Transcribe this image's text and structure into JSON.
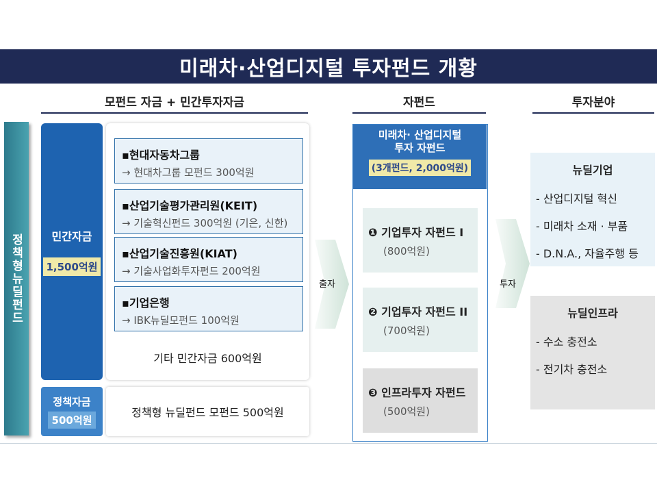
{
  "title": "미래차·산업디지털 투자펀드 개황",
  "columns": {
    "left": "모펀드 자금 + 민간투자자금",
    "middle": "자펀드",
    "right": "투자분야"
  },
  "policy_banner": "정책형뉴딜펀드",
  "private": {
    "label": "민간자금",
    "amount": "1,500억원",
    "items": [
      {
        "name": "▪현대자동차그룹",
        "detail": "→ 현대차그룹 모펀드 300억원"
      },
      {
        "name": "▪산업기술평가관리원(KEIT)",
        "detail": "→ 기술혁신펀드 300억원 (기은, 신한)"
      },
      {
        "name": "▪산업기술진흥원(KIAT)",
        "detail": "→ 기술사업화투자펀드 200억원"
      },
      {
        "name": "▪기업은행",
        "detail": "→ IBK뉴딜모펀드 100억원"
      }
    ],
    "other": "기타 민간자금 600억원"
  },
  "policy": {
    "label": "정책자금",
    "amount": "500억원",
    "parent_fund": "정책형 뉴딜펀드 모펀드 500억원"
  },
  "arrows": {
    "first": "출자",
    "second": "투자"
  },
  "subfund": {
    "title_line1": "미래차· 산업디지털",
    "title_line2": "투자 자펀드",
    "total": "(3개펀드, 2,000억원)",
    "items": [
      {
        "name": "❶ 기업투자 자펀드 I",
        "amount": "(800억원)"
      },
      {
        "name": "❷ 기업투자 자펀드 II",
        "amount": "(700억원)"
      },
      {
        "name": "❸ 인프라투자 자펀드",
        "amount": "(500억원)"
      }
    ]
  },
  "fields": {
    "enterprise": {
      "title": "뉴딜기업",
      "items": [
        "- 산업디지털 혁신",
        "- 미래차 소재 · 부품",
        "- D.N.A., 자율주행 등"
      ]
    },
    "infra": {
      "title": "뉴딜인프라",
      "items": [
        "- 수소 충전소",
        "- 전기차 충전소"
      ]
    }
  },
  "colors": {
    "title_bar": "#1f2a55",
    "private_box": "#1e63b0",
    "subfund_header": "#2e6fb7",
    "amount_chip": "#f0e9a8",
    "banner": "#2d7a8c"
  }
}
